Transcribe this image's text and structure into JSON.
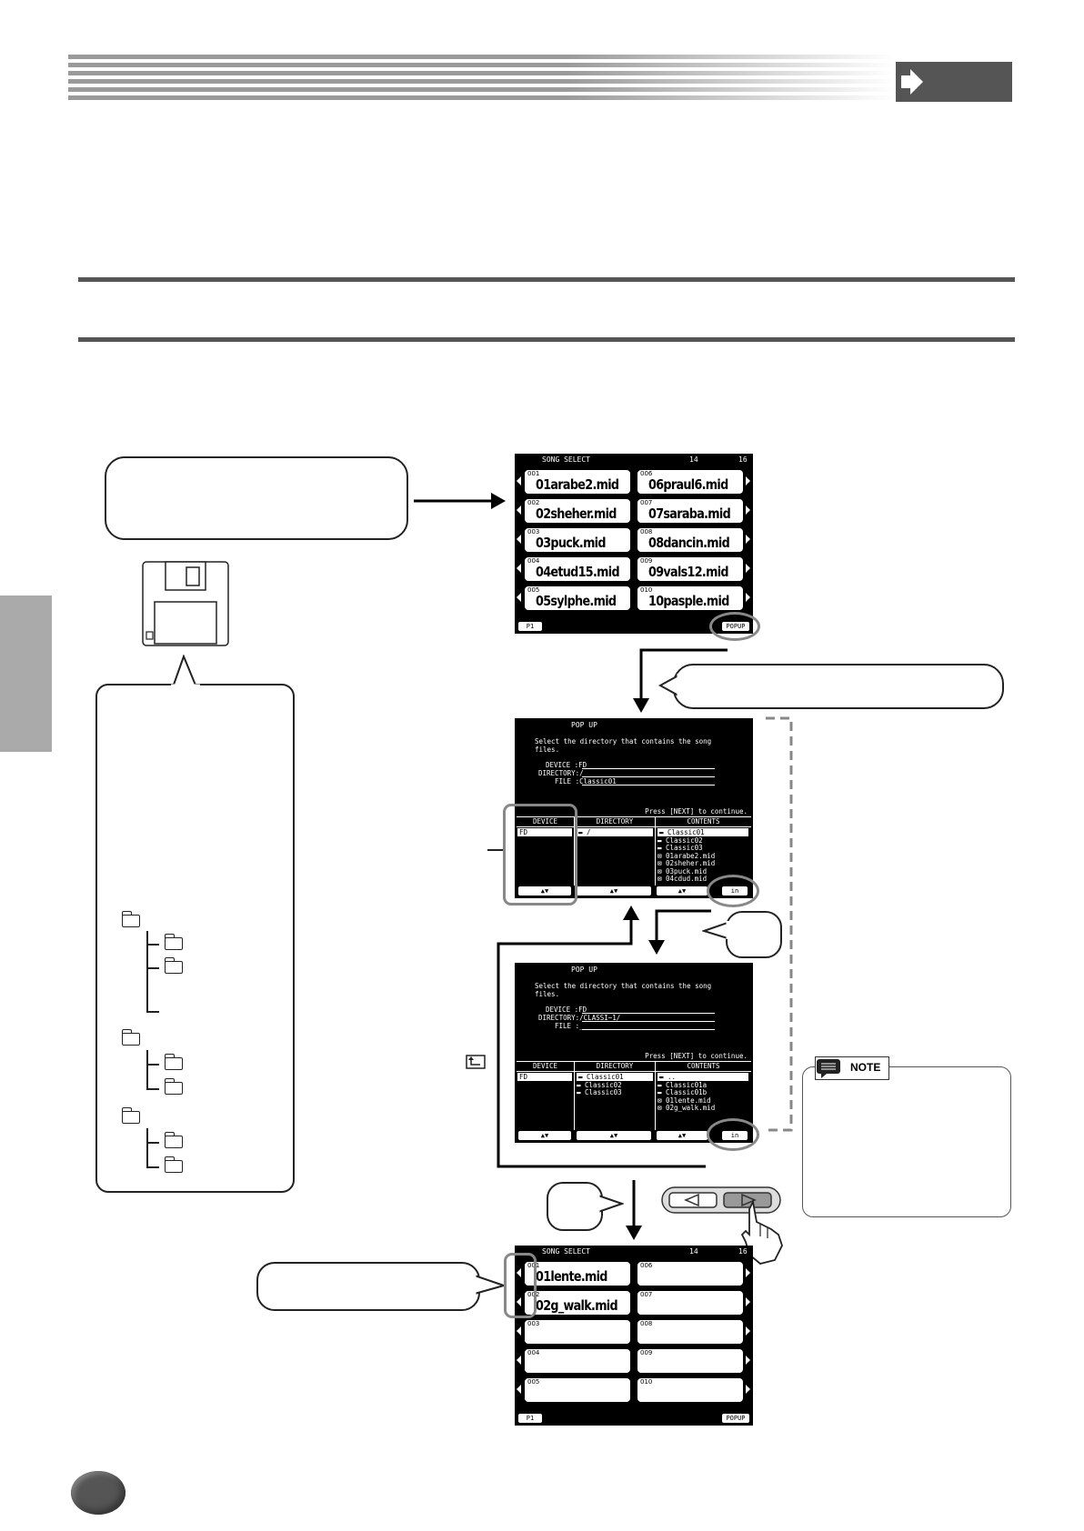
{
  "header": {
    "arrow_icon": "arrow-right-icon"
  },
  "song_select": {
    "title": "SONG SELECT",
    "header_left": "",
    "header_mid": "14",
    "header_right": "16",
    "page_tab": "P1",
    "popup_label": "POPUP",
    "screen1_songs": [
      {
        "num": "001",
        "name": "01arabe2.mid"
      },
      {
        "num": "006",
        "name": "06praul6.mid"
      },
      {
        "num": "002",
        "name": "02sheher.mid"
      },
      {
        "num": "007",
        "name": "07saraba.mid"
      },
      {
        "num": "003",
        "name": "03puck.mid"
      },
      {
        "num": "008",
        "name": "08dancin.mid"
      },
      {
        "num": "004",
        "name": "04etud15.mid"
      },
      {
        "num": "009",
        "name": "09vals12.mid"
      },
      {
        "num": "005",
        "name": "05sylphe.mid"
      },
      {
        "num": "010",
        "name": "10pasple.mid"
      }
    ],
    "screen4_songs": [
      {
        "num": "001",
        "name": "01lente.mid"
      },
      {
        "num": "006",
        "name": ""
      },
      {
        "num": "002",
        "name": "02g_walk.mid"
      },
      {
        "num": "007",
        "name": ""
      },
      {
        "num": "003",
        "name": ""
      },
      {
        "num": "008",
        "name": ""
      },
      {
        "num": "004",
        "name": ""
      },
      {
        "num": "009",
        "name": ""
      },
      {
        "num": "005",
        "name": ""
      },
      {
        "num": "010",
        "name": ""
      }
    ]
  },
  "popup1": {
    "title": "POP UP",
    "instruction": "Select the directory that contains the song\nfiles.",
    "device_label": "DEVICE :",
    "device_value": "FD",
    "directory_label": "DIRECTORY:",
    "directory_value": "/",
    "file_label": "FILE :",
    "file_value": "Classic01",
    "press_next": "Press [NEXT] to continue.",
    "col_device": "DEVICE",
    "col_directory": "DIRECTORY",
    "col_contents": "CONTENTS",
    "device_items": [
      "FD"
    ],
    "directory_items": [
      "/"
    ],
    "contents_items": [
      "Classic01",
      "Classic02",
      "Classic03",
      "01arabe2.mid",
      "02sheher.mid",
      "03puck.mid",
      "04cdud.mid"
    ],
    "in_label": "in"
  },
  "popup2": {
    "title": "POP UP",
    "instruction": "Select the directory that contains the song\nfiles.",
    "device_label": "DEVICE :",
    "device_value": "FD",
    "directory_label": "DIRECTORY:",
    "directory_value": "/CLASSI~1/",
    "file_label": "FILE :",
    "file_value": "_",
    "press_next": "Press [NEXT] to continue.",
    "col_device": "DEVICE",
    "col_directory": "DIRECTORY",
    "col_contents": "CONTENTS",
    "device_items": [
      "FD"
    ],
    "directory_items": [
      "Classic01",
      "Classic02",
      "Classic03"
    ],
    "contents_items": [
      "..",
      "Classic01a",
      "Classic01b",
      "01lente.mid",
      "02g_walk.mid"
    ],
    "in_label": "in"
  },
  "note": {
    "label": "NOTE"
  }
}
